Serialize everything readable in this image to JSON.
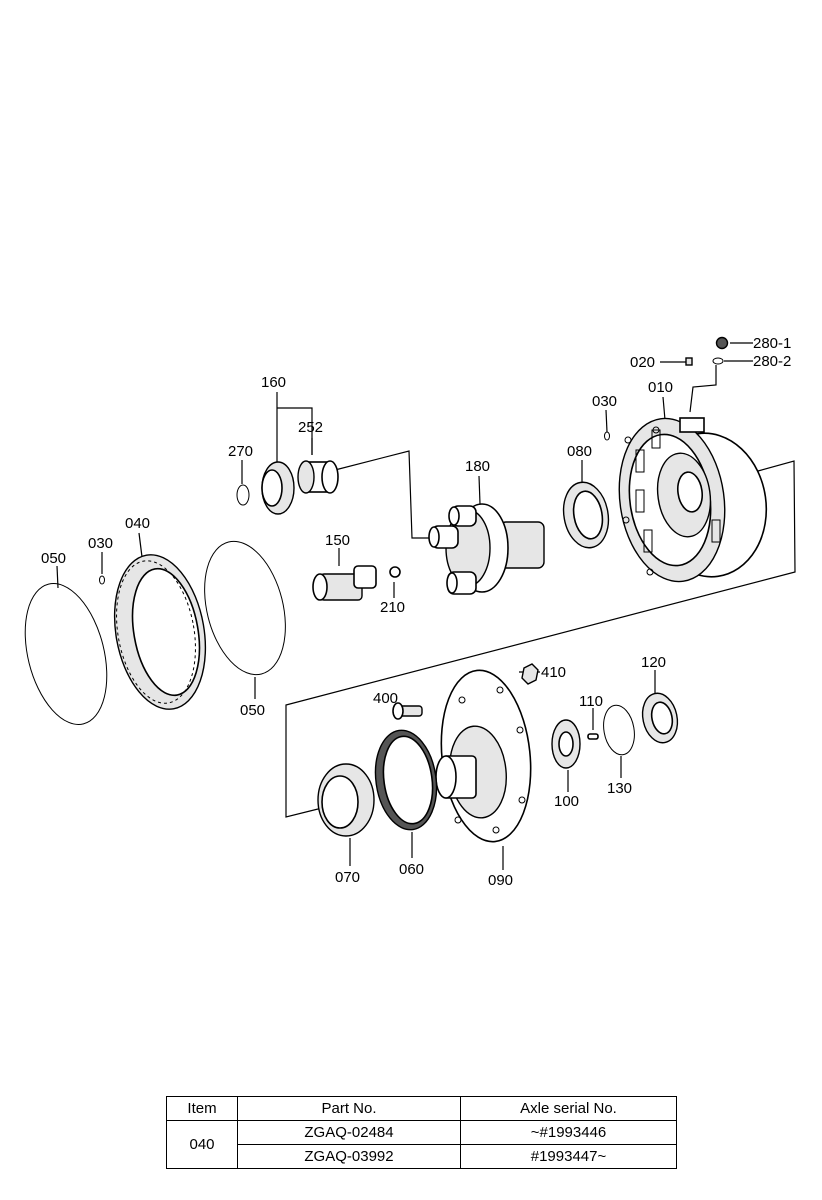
{
  "labels": {
    "l280_1": "280-1",
    "l280_2": "280-2",
    "l020": "020",
    "l010": "010",
    "l030a": "030",
    "l080": "080",
    "l160": "160",
    "l252": "252",
    "l270": "270",
    "l180": "180",
    "l040": "040",
    "l030b": "030",
    "l050a": "050",
    "l150": "150",
    "l210": "210",
    "l050b": "050",
    "l410": "410",
    "l120": "120",
    "l400": "400",
    "l110": "110",
    "l100": "100",
    "l130": "130",
    "l070": "070",
    "l060": "060",
    "l090": "090"
  },
  "table": {
    "headers": [
      "Item",
      "Part No.",
      "Axle serial No."
    ],
    "item": "040",
    "rows": [
      {
        "part_no": "ZGAQ-02484",
        "serial": "~#1993446"
      },
      {
        "part_no": "ZGAQ-03992",
        "serial": "#1993447~"
      }
    ]
  }
}
